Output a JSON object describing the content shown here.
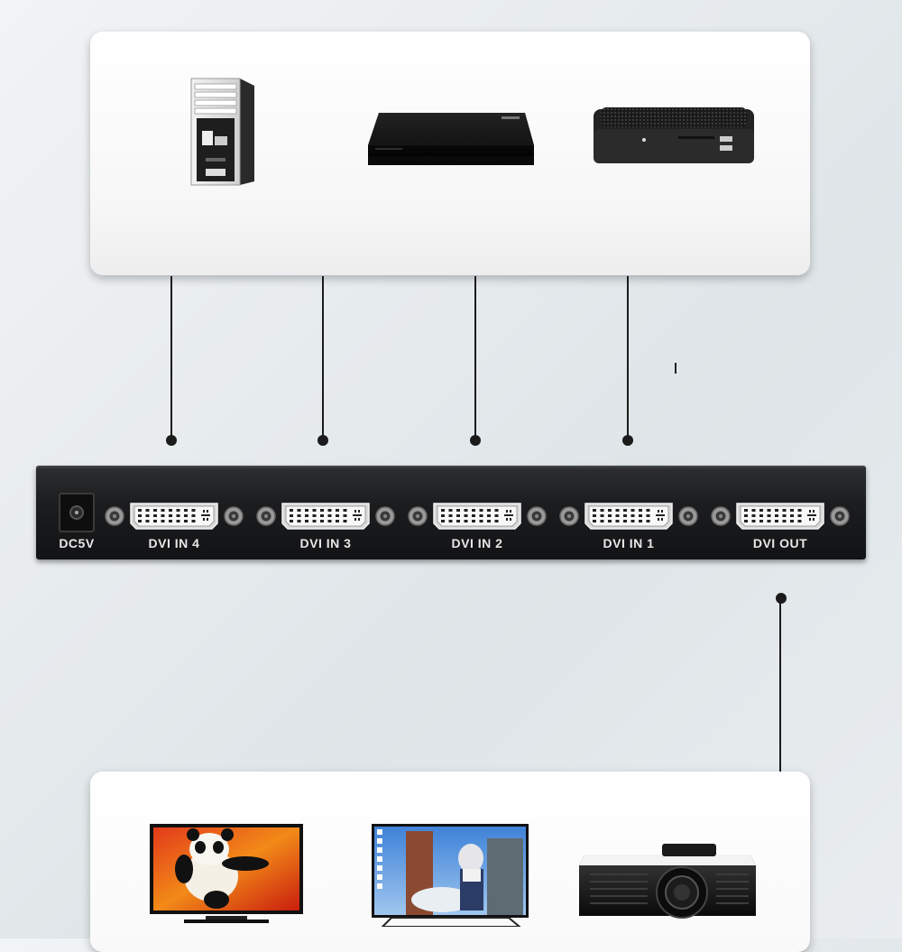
{
  "sources": [
    {
      "name": "PC tower"
    },
    {
      "name": "Game console"
    },
    {
      "name": "Set-top box"
    }
  ],
  "displays": [
    {
      "name": "TV"
    },
    {
      "name": "Monitor"
    },
    {
      "name": "Projector"
    }
  ],
  "switch": {
    "power_label": "DC5V",
    "ports": [
      {
        "label": "DVI IN 4"
      },
      {
        "label": "DVI IN 3"
      },
      {
        "label": "DVI IN 2"
      },
      {
        "label": "DVI IN 1"
      },
      {
        "label": "DVI OUT"
      }
    ]
  },
  "colors": {
    "switch_body": "#1c1d1f",
    "wire": "#1b1b1b",
    "label_text": "#e8e8e8"
  }
}
